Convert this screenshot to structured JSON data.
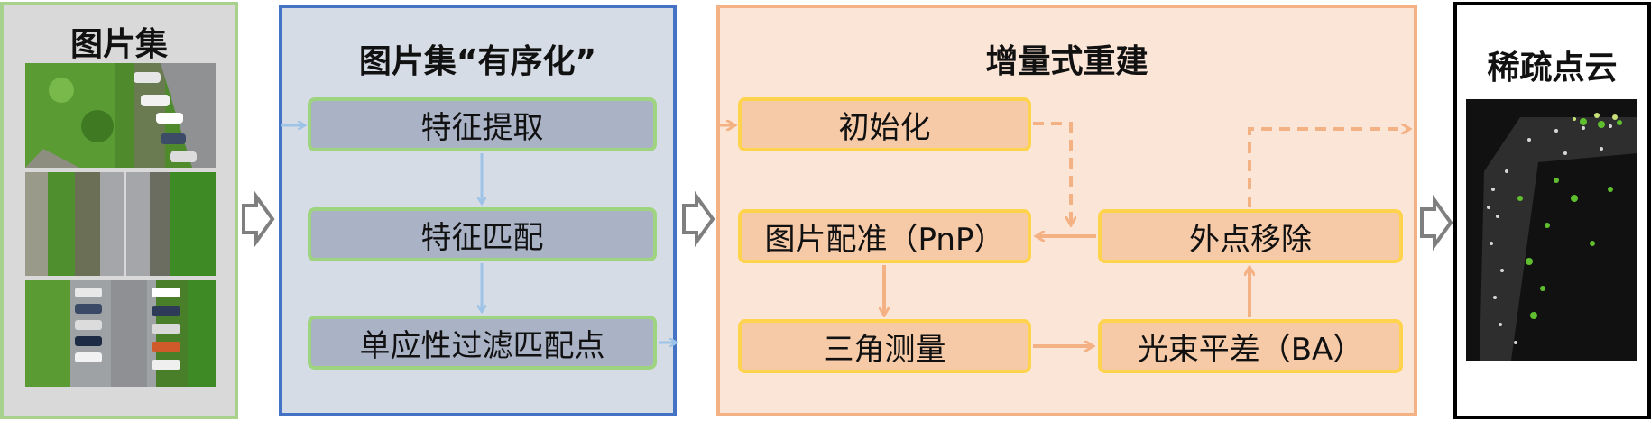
{
  "panels": {
    "image_set": {
      "title": "图片集"
    },
    "ordering": {
      "title": "图片集“有序化”",
      "nodes": [
        "特征提取",
        "特征匹配",
        "单应性过滤匹配点"
      ]
    },
    "reconstruction": {
      "title": "增量式重建",
      "nodes": {
        "init": "初始化",
        "register": "图片配准（PnP）",
        "outlier": "外点移除",
        "triangulate": "三角测量",
        "ba": "光束平差（BA）"
      }
    },
    "sparse": {
      "title": "稀疏点云"
    }
  },
  "colors": {
    "panel1_border": "#a9d18e",
    "panel2_border": "#4472c4",
    "panel2_fill": "#d6dce5",
    "panel3_border": "#f4b183",
    "panel3_fill": "#fbe5d6",
    "blue_arrow": "#9dc3e6",
    "orange_arrow": "#f4b183",
    "gray_arrow": "#7f7f7f"
  }
}
